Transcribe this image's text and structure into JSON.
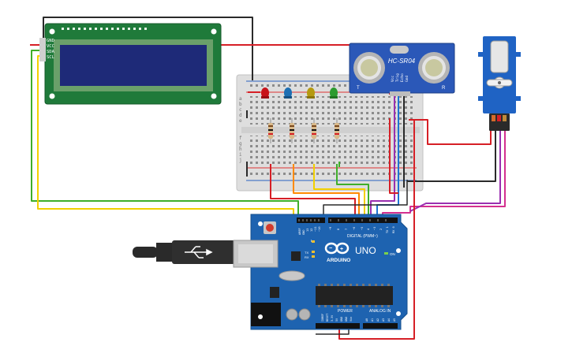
{
  "lcd": {
    "pins": [
      "GND",
      "VCC",
      "SDA",
      "SCL"
    ],
    "bezel_color": "#1f7a3a",
    "screen_color": "#1e2a78"
  },
  "ultrasonic": {
    "model": "HC-SR04",
    "pins": [
      "Vcc",
      "Trig",
      "Echo",
      "Gnd"
    ],
    "side_labels": [
      "T",
      "R"
    ],
    "board_color": "#2b58b8"
  },
  "servo": {
    "body_color": "#1f63c4"
  },
  "breadboard": {
    "rows_top": [
      "a",
      "b",
      "c",
      "d",
      "e"
    ],
    "rows_bottom": [
      "f",
      "g",
      "h",
      "i",
      "j"
    ],
    "leds": [
      {
        "name": "red-led",
        "color": "#c8141b"
      },
      {
        "name": "blue-led",
        "color": "#1e6fb3"
      },
      {
        "name": "yellow-led",
        "color": "#b59a11"
      },
      {
        "name": "green-led",
        "color": "#2c9b2f"
      }
    ]
  },
  "arduino": {
    "logo_text": "ARDUINO",
    "model": "UNO",
    "digital_label": "DIGITAL (PWM~)",
    "power_label": "POWER",
    "analog_label": "ANALOG IN",
    "on_label": "ON",
    "tx_label": "TX",
    "rx_label": "RX",
    "l_label": "L",
    "top_pins": [
      "AREF",
      "GND",
      "13",
      "12",
      "~11",
      "~10",
      "~9",
      "8",
      "7",
      "~6",
      "~5",
      "4",
      "~3",
      "2",
      "TX 1",
      "RX 0"
    ],
    "power_pins": [
      "IOREF",
      "RESET",
      "3.3V",
      "5V",
      "GND",
      "GND",
      "Vin"
    ],
    "analog_pins": [
      "A0",
      "A1",
      "A2",
      "A3",
      "A4",
      "A5"
    ],
    "board_color": "#1e63b0"
  },
  "wire_colors": {
    "red": "#d61f26",
    "black": "#2a2a2a",
    "green": "#3fae2a",
    "yellow": "#f2d000",
    "orange": "#ff8a00",
    "purple": "#9a2fb0",
    "blue": "#1e74d4",
    "magenta": "#d4308f"
  }
}
